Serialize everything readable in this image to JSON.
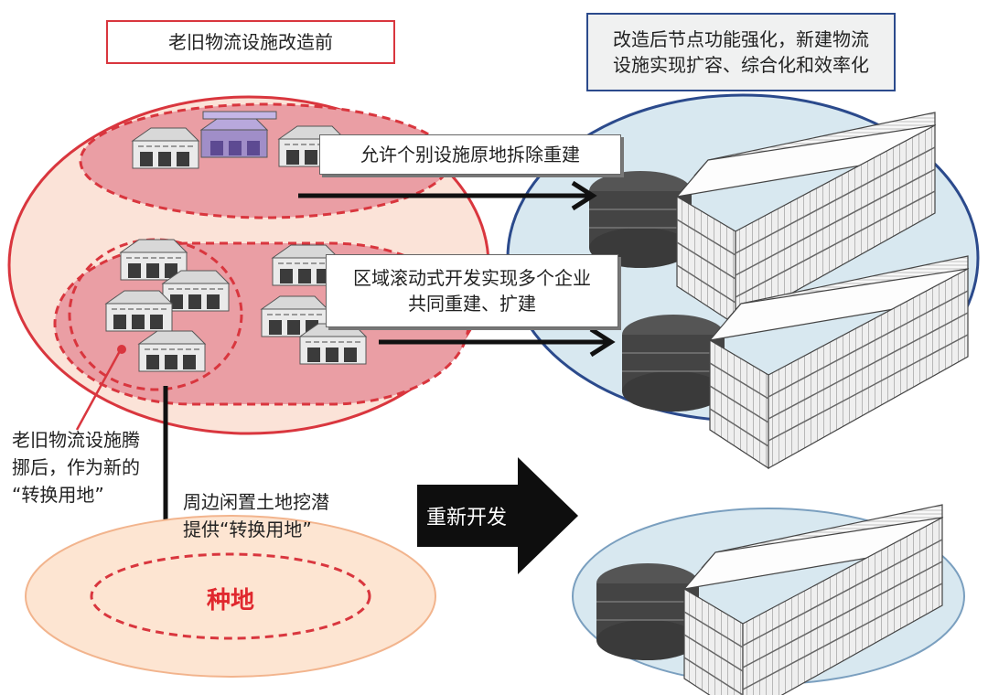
{
  "labels": {
    "before_title": "老旧物流设施改造前",
    "after_title": "改造后节点功能强化，新建物流\n设施实现扩容、综合化和效率化",
    "rebuild_in_place": "允许个别设施原地拆除重建",
    "rolling_development": "区域滚动式开发实现多个企业\n共同重建、扩建",
    "vacated_land": "老旧物流设施腾\n挪后，作为新的\n“转换用地”",
    "surrounding_land": "周边闲置土地挖潜\n提供“转换用地”",
    "redevelopment": "重新开发",
    "farmland": "种地"
  },
  "colors": {
    "before_zone_fill": "#fbe3d8",
    "before_zone_border": "#d9363e",
    "cluster_fill": "#ea9ea4",
    "after_zone_fill": "#d8e8f0",
    "after_zone_border": "#2b4a8c",
    "farmland_fill": "#fde5d2",
    "farmland_text": "#e0282e",
    "arrow": "#111111",
    "highlight_warehouse": "#a08ec8"
  }
}
